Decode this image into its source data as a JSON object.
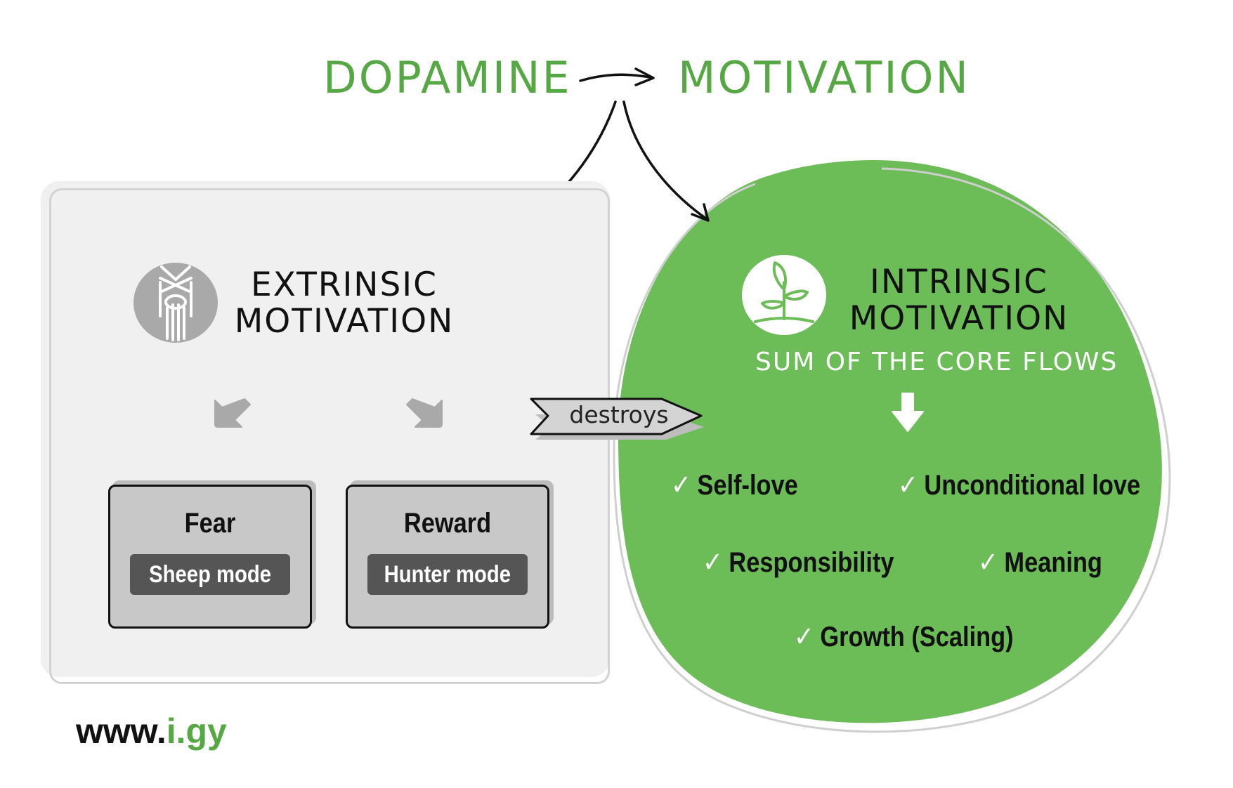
{
  "header": {
    "left_word": "DOPAMINE",
    "right_word": "MOTIVATION"
  },
  "extrinsic": {
    "title_line1": "EXTRINSIC",
    "title_line2": "MOTIVATION",
    "icon": "hands-bound-icon",
    "fear_box": {
      "title": "Fear",
      "label": "Sheep mode"
    },
    "reward_box": {
      "title": "Reward",
      "label": "Hunter mode"
    }
  },
  "destroys_label": "destroys",
  "intrinsic": {
    "title_line1": "INTRINSIC",
    "title_line2": "MOTIVATION",
    "subtitle": "SUM OF THE CORE FLOWS",
    "icon": "sprout-icon",
    "items": [
      "Self-love",
      "Unconditional love",
      "Responsibility",
      "Meaning",
      "Growth (Scaling)"
    ],
    "check_glyph": "✓"
  },
  "footer": {
    "url_prefix": "www.",
    "url_suffix": "i.gy"
  },
  "colors": {
    "green_text": "#56a844",
    "green_fill": "#6cbc58",
    "panel_grey": "#f0f0f0",
    "box_grey": "#c8c8c8",
    "label_dark": "#555555"
  }
}
